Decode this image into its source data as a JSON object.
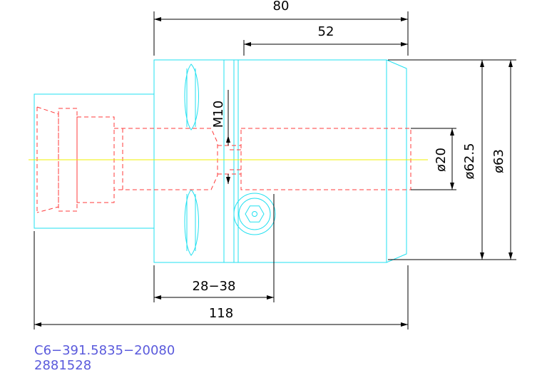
{
  "dimensions": {
    "overall_top": "80",
    "body_length": "52",
    "range": "28−38",
    "total_length": "118",
    "thread": "M10",
    "bore_diameter": "ø20",
    "body_diameter": "ø62.5",
    "outer_diameter": "ø63"
  },
  "part": {
    "code": "C6−391.5835−20080",
    "number": "2881528"
  },
  "colors": {
    "outline": "#22e0f0",
    "hidden": "#ff3b3b",
    "centerline": "#f0f000",
    "dimension": "#000000",
    "part_label": "#5a5adc"
  }
}
